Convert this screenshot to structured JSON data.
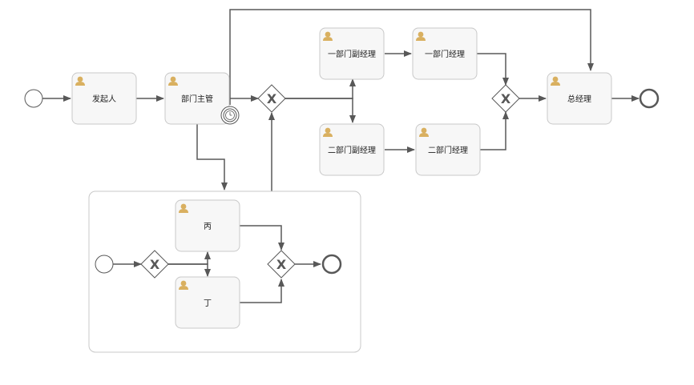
{
  "diagram": {
    "tasks": {
      "initiator": "发起人",
      "dept_head": "部门主管",
      "dept1_deputy": "一部门副经理",
      "dept1_manager": "一部门经理",
      "dept2_deputy": "二部门副经理",
      "dept2_manager": "二部门经理",
      "general_manager": "总经理",
      "sub_bing": "丙",
      "sub_ding": "丁"
    },
    "gateway_symbol": "X"
  },
  "colors": {
    "task_fill": "#f7f7f7",
    "task_stroke": "#c8c8c8",
    "line": "#585858",
    "user_icon": "#d9b060",
    "subprocess_stroke": "#c8c8c8"
  }
}
